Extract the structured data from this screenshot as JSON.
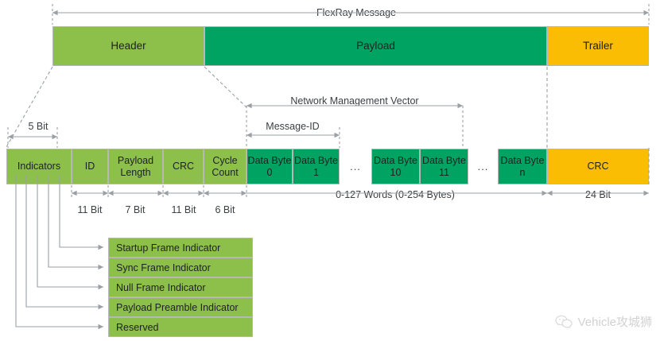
{
  "diagram": {
    "title": "FlexRay Message",
    "top_bar": [
      {
        "label": "Header",
        "color": "#8DC04A"
      },
      {
        "label": "Payload",
        "color": "#00A361"
      },
      {
        "label": "Trailer",
        "color": "#FBBC04"
      }
    ],
    "annotations": {
      "five_bit": "5 Bit",
      "network_management_vector": "Network Management Vector",
      "message_id": "Message-ID"
    },
    "fields": [
      {
        "label": "Indicators",
        "color": "#8DC04A"
      },
      {
        "label": "ID",
        "color": "#8DC04A"
      },
      {
        "label": "Payload Length",
        "color": "#8DC04A"
      },
      {
        "label": "CRC",
        "color": "#8DC04A"
      },
      {
        "label": "Cycle Count",
        "color": "#8DC04A"
      },
      {
        "label": "Data Byte 0",
        "color": "#00A361"
      },
      {
        "label": "Data Byte 1",
        "color": "#00A361"
      },
      {
        "label": "Data Byte 10",
        "color": "#00A361"
      },
      {
        "label": "Data Byte 11",
        "color": "#00A361"
      },
      {
        "label": "Data Byte n",
        "color": "#00A361"
      },
      {
        "label": "CRC",
        "color": "#FBBC04"
      }
    ],
    "ellipsis": "...",
    "bit_labels": [
      {
        "text": "11 Bit"
      },
      {
        "text": "7 Bit"
      },
      {
        "text": "11 Bit"
      },
      {
        "text": "6 Bit"
      },
      {
        "text": "0-127 Words (0-254 Bytes)"
      },
      {
        "text": "24 Bit"
      }
    ],
    "indicator_boxes": [
      "Startup Frame Indicator",
      "Sync Frame Indicator",
      "Null Frame Indicator",
      "Payload Preamble Indicator",
      "Reserved"
    ]
  },
  "watermark": {
    "text": "Vehicle攻城狮",
    "icon": "wechat-icon"
  }
}
